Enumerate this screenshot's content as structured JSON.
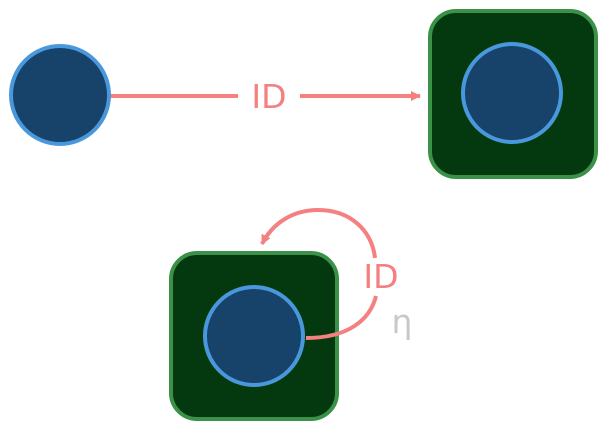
{
  "diagram": {
    "colors": {
      "background": "#ffffff",
      "object_fill": "#17426a",
      "object_stroke": "#4a98dc",
      "box_fill": "#04380f",
      "box_stroke": "#3a9147",
      "arrow": "#f48080",
      "eta_label": "#c8c8c8"
    },
    "edges": {
      "straight": {
        "label": "ID"
      },
      "loop": {
        "label": "ID",
        "secondary_label": "η"
      }
    }
  }
}
